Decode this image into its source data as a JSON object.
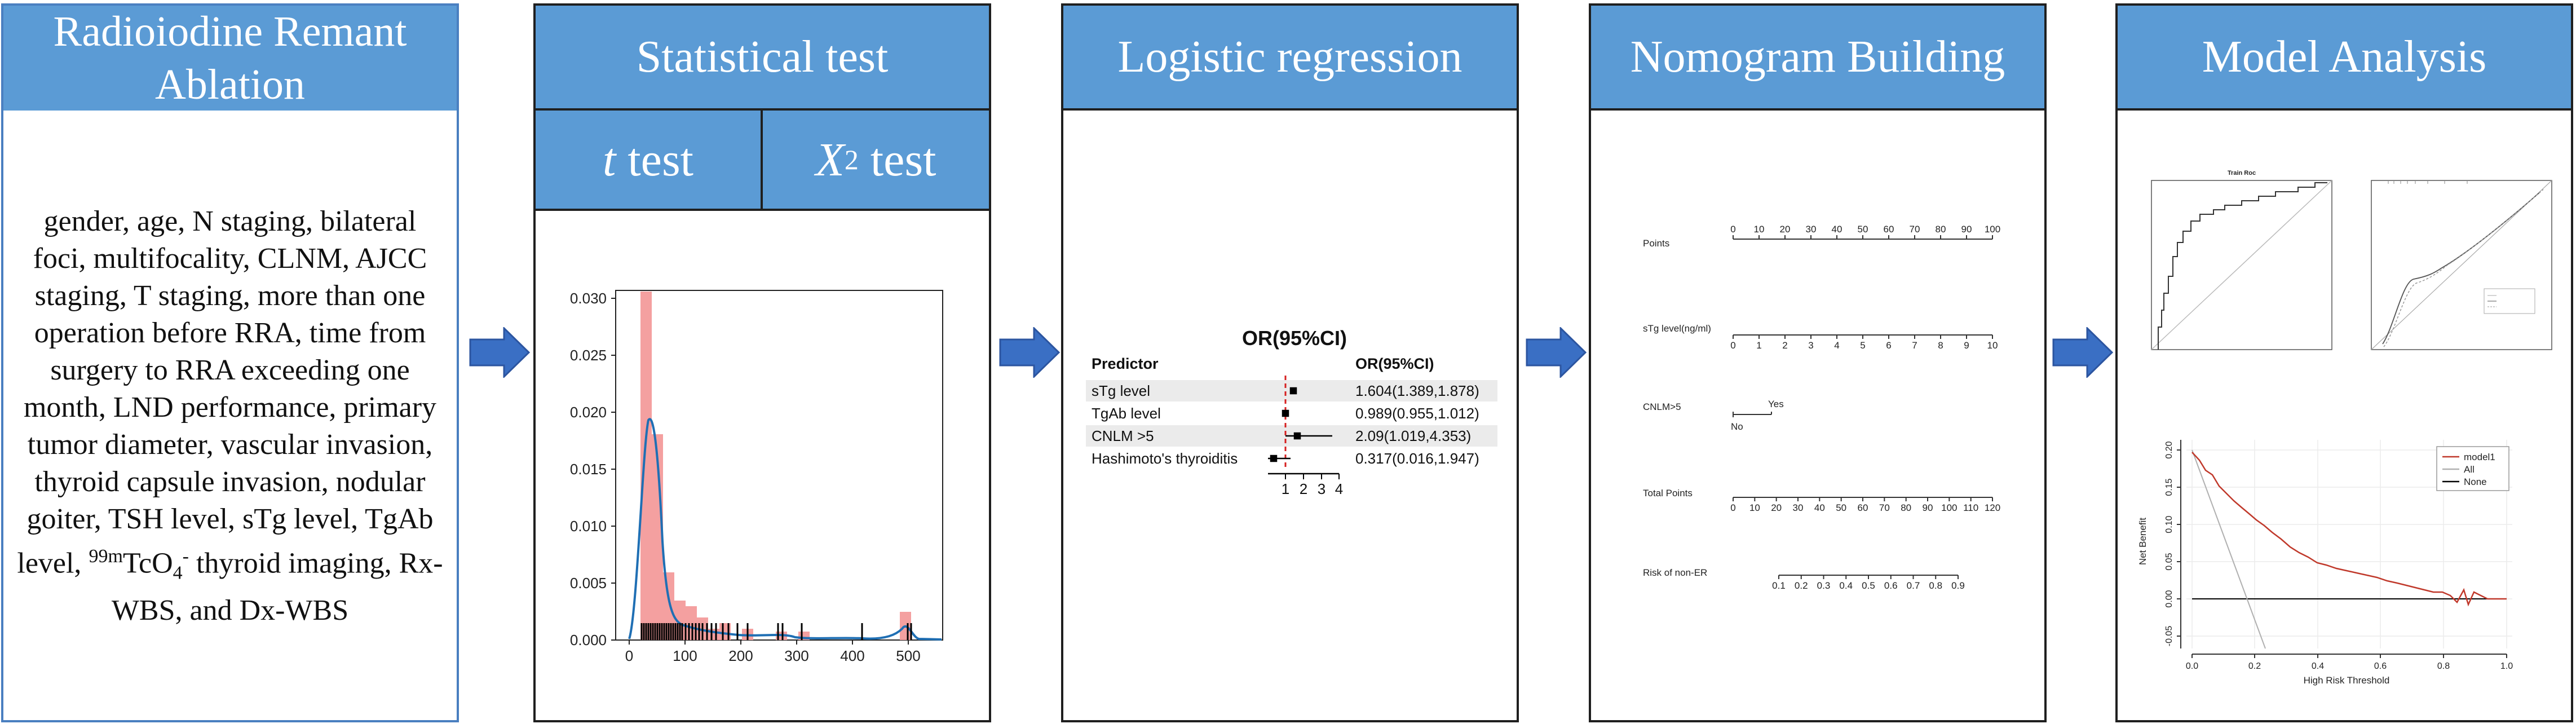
{
  "panels": {
    "p1": {
      "title": "Radioiodine Remant Ablation",
      "vars_before": "gender, age, N staging, bilateral foci, multifocality, CLNM, AJCC staging, T staging, more than one operation before RRA, time from surgery to RRA exceeding one month, LND performance, primary tumor diameter, vascular invasion, thyroid capsule invasion, nodular goiter, TSH level, sTg level, TgAb level, ",
      "vars_iso_sup": "99m",
      "vars_iso_main": "TcO",
      "vars_iso_sub": "4",
      "vars_iso_sup2": "-",
      "vars_after": " thyroid imaging, Rx-WBS, and Dx-WBS"
    },
    "p2": {
      "title": "Statistical test",
      "sub_t_italic": "t",
      "sub_t_rest": " test",
      "sub_x_italic": "X",
      "sub_x_sup": "2",
      "sub_x_rest": " test"
    },
    "p3": {
      "title": "Logistic regression"
    },
    "p4": {
      "title": "Nomogram Building"
    },
    "p5": {
      "title": "Model Analysis"
    }
  },
  "hist": {
    "y_ticks": [
      "0.000",
      "0.005",
      "0.010",
      "0.015",
      "0.020",
      "0.025",
      "0.030"
    ],
    "x_ticks": [
      "0",
      "100",
      "200",
      "300",
      "400",
      "500"
    ]
  },
  "forest": {
    "title": "OR(95%CI)",
    "col_predictor": "Predictor",
    "col_or": "OR(95%CI)",
    "rows": [
      {
        "name": "sTg level",
        "or": "1.604(1.389,1.878)"
      },
      {
        "name": "TgAb level",
        "or": "0.989(0.955,1.012)"
      },
      {
        "name": "CNLM >5",
        "or": "2.09(1.019,4.353)"
      },
      {
        "name": "Hashimoto's thyroiditis",
        "or": "0.317(0.016,1.947)"
      }
    ],
    "x_ticks": [
      "1",
      "2",
      "3",
      "4"
    ]
  },
  "nomogram": {
    "row_points": "Points",
    "row_stg": "sTg level(ng/ml)",
    "row_cnlm": "CNLM>5",
    "cnlm_yes": "Yes",
    "cnlm_no": "No",
    "row_total": "Total Points",
    "row_risk": "Risk of non-ER",
    "points_ticks": [
      "0",
      "10",
      "20",
      "30",
      "40",
      "50",
      "60",
      "70",
      "80",
      "90",
      "100"
    ],
    "stg_ticks": [
      "0",
      "1",
      "2",
      "3",
      "4",
      "5",
      "6",
      "7",
      "8",
      "9",
      "10"
    ],
    "total_ticks": [
      "0",
      "10",
      "20",
      "30",
      "40",
      "50",
      "60",
      "70",
      "80",
      "90",
      "100",
      "110",
      "120"
    ],
    "risk_ticks": [
      "0.1",
      "0.2",
      "0.3",
      "0.4",
      "0.5",
      "0.6",
      "0.7",
      "0.8",
      "0.9"
    ]
  },
  "analysis": {
    "roc_title": "Train Roc",
    "dca_ylabel": "Net Benefit",
    "dca_xlabel": "High Risk Threshold",
    "dca_y_ticks": [
      "-0.05",
      "0.00",
      "0.05",
      "0.10",
      "0.15",
      "0.20"
    ],
    "dca_x_ticks": [
      "0.0",
      "0.2",
      "0.4",
      "0.6",
      "0.8",
      "1.0"
    ],
    "legend": [
      "model1",
      "All",
      "None"
    ],
    "colors": {
      "model": "#c0392b",
      "all": "#b0b0b0",
      "none": "#000000"
    }
  },
  "colors": {
    "header": "#5b9bd5",
    "arrow": "#3a6fc4",
    "bar": "#f4a0a0",
    "kde": "#1f6fb4"
  }
}
